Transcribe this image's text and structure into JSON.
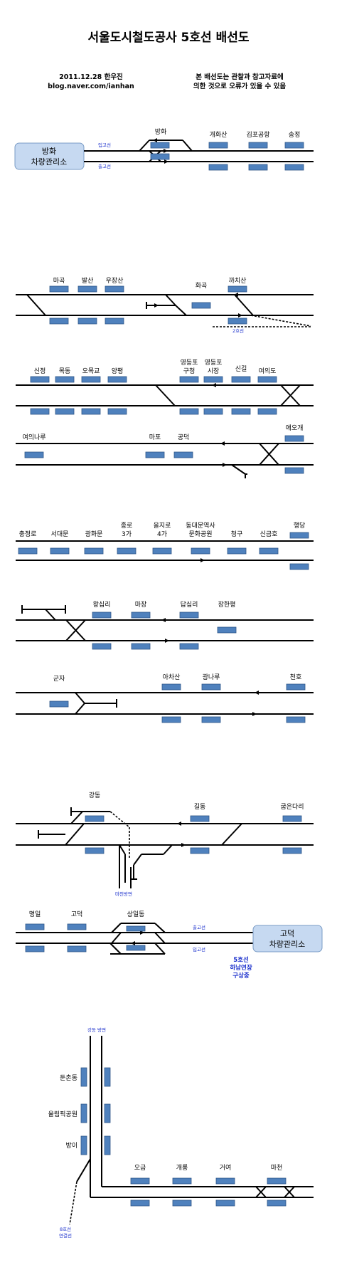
{
  "header": {
    "title": "서울도시철도공사 5호선 배선도",
    "date_author": "2011.12.28   한우진",
    "blog": "blog.naver.com/ianhan",
    "notice_line1": "본 배선도는 관찰과 참고자료에",
    "notice_line2": "의한 것으로  오류가 있을 수 있음"
  },
  "depots": {
    "banghwa_line1": "방화",
    "banghwa_line2": "차량관리소",
    "godeok_line1": "고덕",
    "godeok_line2": "차량관리소"
  },
  "track_labels": {
    "inbound": "입고선",
    "outbound": "출고선",
    "inbound_2": "입고선",
    "outbound_2": "출고선",
    "line2": "2호선",
    "macheon_direction": "마천방면",
    "gangdong_direction": "강동 방면",
    "line8_connection_1": "8호선",
    "line8_connection_2": "연결선",
    "extension_1": "5호선",
    "extension_2": "하남연장",
    "extension_3": "구상중"
  },
  "stations": {
    "s1": {
      "banghwa": "방화",
      "gaehwasan": "개화산",
      "gimpo": "김포공항",
      "songjeong": "송정"
    },
    "s2": {
      "magok": "마곡",
      "balsan": "발산",
      "ujangsan": "우장산",
      "hwagok": "화곡",
      "kkachisan": "까치산"
    },
    "s3": {
      "sinjeong": "신정",
      "mokdong": "목동",
      "omokgyo": "오목교",
      "yangpyeong": "양평",
      "ydp_gu_1": "영등포",
      "ydp_gu_2": "구청",
      "ydp_market_1": "영등포",
      "ydp_market_2": "시장",
      "singil": "신길",
      "yeouido": "여의도"
    },
    "s4": {
      "yeouinaru": "여의나루",
      "mapo": "마포",
      "gongdeok": "공덕",
      "aeogae": "애오개"
    },
    "s5": {
      "chungjeongno": "충정로",
      "seodaemun": "서대문",
      "gwanghwamun": "광화문",
      "jongno3_1": "종로",
      "jongno3_2": "3가",
      "euljiro4_1": "을지로",
      "euljiro4_2": "4가",
      "ddp_1": "동대문역사",
      "ddp_2": "문화공원",
      "cheonggu": "청구",
      "singeumho": "신금호",
      "haengdang": "행당"
    },
    "s6": {
      "wangsimni": "왕십리",
      "majang": "마장",
      "dapsimni": "답십리",
      "janghanpyeong": "장한평"
    },
    "s7": {
      "gunja": "군자",
      "achasan": "아차산",
      "gwangnaru": "광나루",
      "cheonho": "천호"
    },
    "s8": {
      "gangdong": "강동",
      "gildong": "길동",
      "gubeundari": "굽은다리"
    },
    "s9": {
      "myeongil": "명일",
      "godeok": "고덕",
      "sangil": "상일동"
    },
    "s10": {
      "dunchon": "둔촌동",
      "olympic": "올림픽공원",
      "bangi": "방이",
      "ogeum": "오금",
      "gaerong": "개롱",
      "geoyeo": "거여",
      "macheon": "마천"
    }
  }
}
